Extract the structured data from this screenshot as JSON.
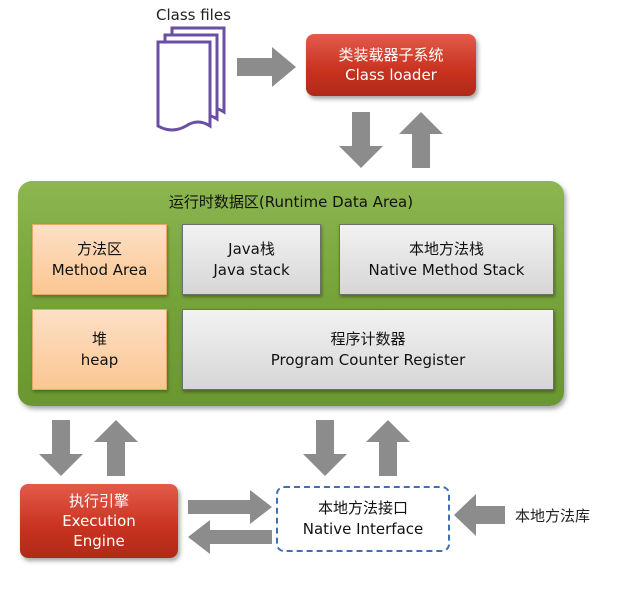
{
  "class_files": {
    "label": "Class files"
  },
  "class_loader": {
    "zh": "类装载器子系统",
    "en": "Class loader"
  },
  "runtime_data_area": {
    "title": "运行时数据区(Runtime Data Area)",
    "method_area": {
      "zh": "方法区",
      "en": "Method Area"
    },
    "java_stack": {
      "zh": "Java栈",
      "en": "Java stack"
    },
    "native_method_stack": {
      "zh": "本地方法栈",
      "en": "Native Method Stack"
    },
    "heap": {
      "zh": "堆",
      "en": "heap"
    },
    "program_counter": {
      "zh": "程序计数器",
      "en": "Program Counter Register"
    }
  },
  "execution_engine": {
    "zh": "执行引擎",
    "en1": "Execution",
    "en2": "Engine"
  },
  "native_interface": {
    "zh": "本地方法接口",
    "en": "Native Interface"
  },
  "native_library": {
    "label": "本地方法库"
  },
  "colors": {
    "arrow": "#8c8c8c",
    "red_box": "#c8321f",
    "green_area": "#76a33a",
    "orange_box": "#fbc691",
    "gray_box": "#d9d9d9",
    "dashed_border": "#3f6fb5",
    "doc_stroke": "#6a4fa3"
  }
}
